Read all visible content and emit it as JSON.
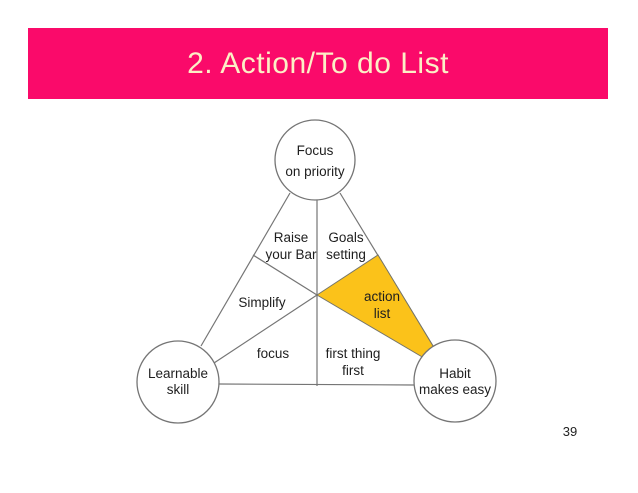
{
  "slide": {
    "title": "2. Action/To do List",
    "page_number": "39"
  },
  "colors": {
    "header_bg": "#FA0A6A",
    "title_text": "#FCEFC6",
    "highlight": "#FBC21A",
    "line": "#757575",
    "text": "#1E1E1E"
  },
  "diagram": {
    "nodes": {
      "top": {
        "line1": "Focus",
        "line2": "on priority"
      },
      "left": {
        "line1": "Learnable",
        "line2": "skill"
      },
      "right": {
        "line1": "Habit",
        "line2": "makes easy"
      }
    },
    "segments": {
      "raise": {
        "line1": "Raise",
        "line2": "your Bar"
      },
      "goals": {
        "line1": "Goals",
        "line2": "setting"
      },
      "simplify": {
        "line1": "Simplify"
      },
      "action": {
        "line1": "action",
        "line2": "list"
      },
      "focus": {
        "line1": "focus"
      },
      "first_thing": {
        "line1": "first thing",
        "line2": "first"
      }
    }
  }
}
